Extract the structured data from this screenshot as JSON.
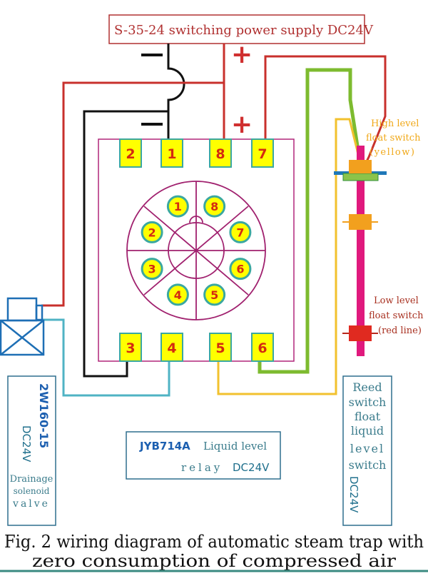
{
  "diagram": {
    "power_supply": {
      "title": "S-35-24 switching power supply DC24V",
      "terminals": [
        {
          "sign": "−",
          "polarity": "negative"
        },
        {
          "sign": "+",
          "polarity": "positive"
        },
        {
          "sign": "−",
          "polarity": "negative"
        },
        {
          "sign": "+",
          "polarity": "positive"
        }
      ]
    },
    "relay": {
      "model": "JYB714A",
      "name_line1": "Liquid level",
      "name_line2": "relay",
      "voltage": "DC24V",
      "top_pins": [
        "2",
        "1",
        "8",
        "7"
      ],
      "bottom_pins": [
        "3",
        "4",
        "5",
        "6"
      ],
      "socket_pins": [
        "1",
        "8",
        "7",
        "6",
        "5",
        "4",
        "3",
        "2"
      ]
    },
    "solenoid_valve": {
      "model": "2W160-15",
      "voltage": "DC24V",
      "line1": "Drainage",
      "line2": "solenoid",
      "line3": "valve"
    },
    "level_switch": {
      "high_label_line1": "High level",
      "high_label_line2": "float switch",
      "high_label_line3": "(yellow)",
      "low_label_line1": "Low level",
      "low_label_line2": "float switch",
      "low_label_line3": "(red line)",
      "box_lines": [
        "Reed",
        "switch",
        "float",
        "liquid",
        "level",
        "switch"
      ],
      "voltage": "DC24V"
    },
    "wire_colors": {
      "power_positive": "#c8302c",
      "power_negative": "#111111",
      "valve_signal": "#4fb3c4",
      "high_level": "#f2c12e",
      "common": "#7dbb2f",
      "relay_body": "#b0267a",
      "pin_fill": "#ffff00",
      "pin_border": "#3aa8a0",
      "float_rod": "#e0197d",
      "float_orange": "#f2a01e",
      "float_red": "#e02a20",
      "valve_blue": "#1e6fb5"
    },
    "caption_line1": "Fig. 2 wiring diagram of automatic steam trap with",
    "caption_line2": "zero consumption of compressed air"
  }
}
